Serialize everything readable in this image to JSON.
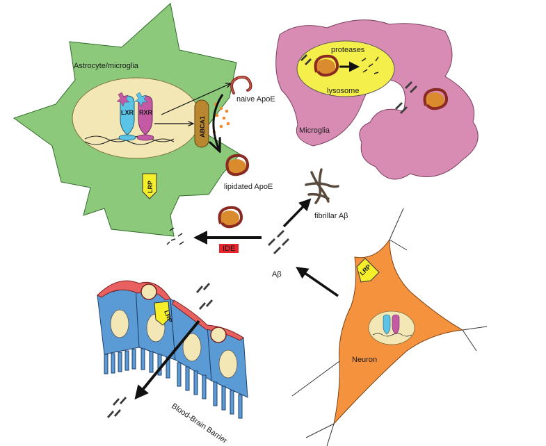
{
  "labels": {
    "astrocyte": "Astrocyte/microglia",
    "lxr": "LXR",
    "rxr": "RXR",
    "abca1": "ABCA1",
    "naive_apoe": "naive ApoE",
    "lipidated_apoe": "lipidated ApoE",
    "lrp_astro": "LRP",
    "microglia": "Microglia",
    "proteases": "proteases",
    "lysosome": "lysosome",
    "fibrillar": "fibrillar Aβ",
    "ide": "IDE",
    "abeta": "Aβ",
    "lrp_neuron": "LRP",
    "neuron": "Neuron",
    "lrp_bbb": "LRP",
    "bbb": "Blood-Brain Barrier"
  },
  "colors": {
    "astrocyte_fill": "#8cc97a",
    "nucleus_fill": "#f3e7b6",
    "microglia_fill": "#d88cb3",
    "lysosome_fill": "#f4ef4a",
    "neuron_fill": "#f5923e",
    "bbb_cell_fill": "#5b9bd5",
    "bbb_cap_fill": "#e8605f",
    "abca1_fill": "#b8872f",
    "lrp_fill": "#f4ef2a",
    "ide_fill": "#e5242b",
    "apoe_ring": "#8a2a22",
    "lipid_fill": "#d98b2e",
    "dots": "#f08a2e",
    "lxr_fill": "#5bc4e6",
    "rxr_fill": "#c45aa4",
    "fibril": "#5a4a3e"
  }
}
